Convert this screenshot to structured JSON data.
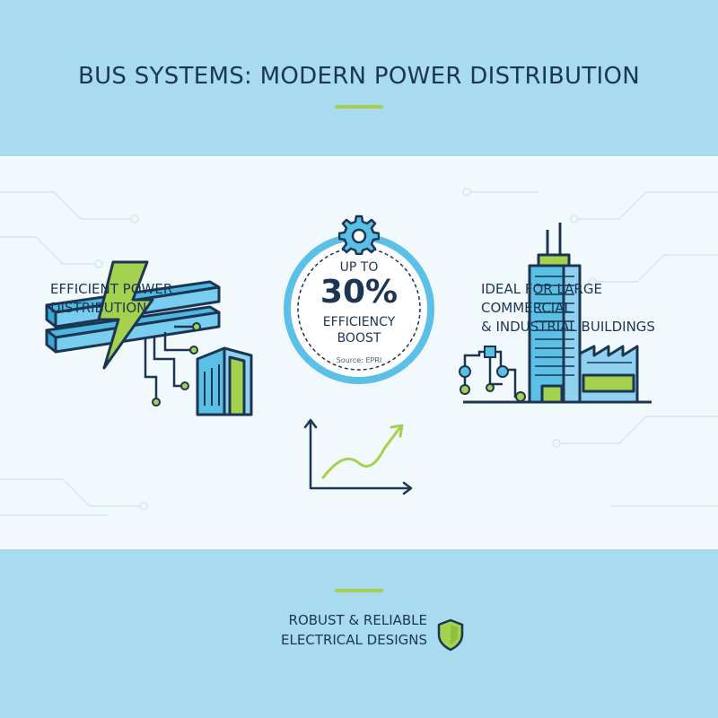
{
  "header": {
    "title": "BUS SYSTEMS: MODERN POWER DISTRIBUTION"
  },
  "left": {
    "caption_line1": "EFFICIENT POWER",
    "caption_line2": "DISTRIBUTION",
    "icon": "busbar-lightning-icon"
  },
  "center": {
    "prefix": "UP TO",
    "value": "30%",
    "label_line1": "EFFICIENCY",
    "label_line2": "BOOST",
    "source": "Source: EPRI",
    "icon": "gear-icon",
    "chart_icon": "growth-chart-icon"
  },
  "right": {
    "caption_line1": "IDEAL FOR LARGE COMMERCIAL",
    "caption_line2": "& INDUSTRIAL BUILDINGS",
    "icon": "skyscraper-factory-icon"
  },
  "footer": {
    "line1": "ROBUST & RELIABLE",
    "line2": "ELECTRICAL DESIGNS",
    "icon": "shield-icon"
  },
  "colors": {
    "band": "#a8dbf0",
    "panel": "#f2f9fc",
    "accent_green": "#a4d24f",
    "accent_blue": "#5bc0e6",
    "navy": "#1c3553"
  }
}
